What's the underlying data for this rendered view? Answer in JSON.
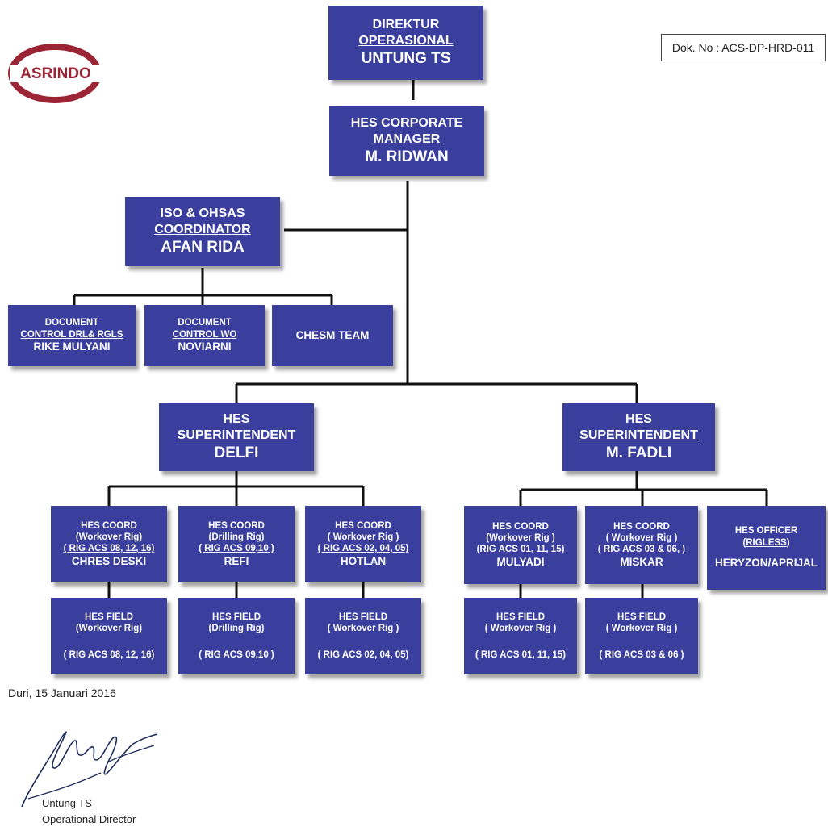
{
  "logo": {
    "text": "ASRINDO"
  },
  "document_number": "Dok. No : ACS-DP-HRD-011",
  "director": {
    "title1": "DIREKTUR",
    "title2": "OPERASIONAL",
    "name": "UNTUNG TS"
  },
  "hes_manager": {
    "title1": "HES CORPORATE",
    "title2": "MANAGER",
    "name": "M. RIDWAN"
  },
  "iso_coordinator": {
    "title1": "ISO & OHSAS",
    "title2": "COORDINATOR",
    "name": "AFAN RIDA"
  },
  "doc_control_drl": {
    "title1": "DOCUMENT",
    "title2": "CONTROL DRL& RGLS",
    "name": "RIKE MULYANI"
  },
  "doc_control_wo": {
    "title1": "DOCUMENT",
    "title2": "CONTROL WO",
    "name": "NOVIARNI"
  },
  "chesm_team": {
    "name": "CHESM TEAM"
  },
  "superintendent_left": {
    "title1": "HES",
    "title2": "SUPERINTENDENT",
    "name": "DELFI"
  },
  "superintendent_right": {
    "title1": "HES",
    "title2": "SUPERINTENDENT",
    "name": "M. FADLI"
  },
  "coord_chres": {
    "title": "HES COORD",
    "type": "(Workover  Rig)",
    "rigs": "( RIG ACS 08, 12, 16)",
    "name": "CHRES DESKI"
  },
  "coord_refi": {
    "title": "HES COORD",
    "type": "(Drilling Rig)",
    "rigs": "( RIG ACS 09,10 )",
    "name": "REFI"
  },
  "coord_hotlan": {
    "title": "HES COORD",
    "type": "( Workover Rig )",
    "rigs": "( RIG ACS  02, 04, 05)",
    "name": "HOTLAN"
  },
  "coord_mulyadi": {
    "title": "HES COORD",
    "type": "(Workover Rig )",
    "rigs": "(RIG ACS 01, 11, 15)",
    "name": "MULYADI"
  },
  "coord_miskar": {
    "title": "HES COORD",
    "type": "( Workover Rig )",
    "rigs": "( RIG ACS 03 & 06, )",
    "name": "MISKAR"
  },
  "officer_rigless": {
    "title": "HES OFFICER",
    "type": "(RIGLESS)",
    "name": "HERYZON/APRIJAL"
  },
  "field_1": {
    "title": "HES FIELD",
    "type": "(Workover  Rig)",
    "rigs": "( RIG ACS 08, 12, 16)"
  },
  "field_2": {
    "title": "HES FIELD",
    "type": "(Drilling Rig)",
    "rigs": "( RIG ACS 09,10 )"
  },
  "field_3": {
    "title": "HES FIELD",
    "type": "( Workover Rig )",
    "rigs": "( RIG ACS 02, 04, 05)"
  },
  "field_4": {
    "title": "HES FIELD",
    "type": "( Workover Rig )",
    "rigs": "( RIG ACS 01, 11, 15)"
  },
  "field_5": {
    "title": "HES FIELD",
    "type": "( Workover Rig )",
    "rigs": "( RIG ACS 03 & 06 )"
  },
  "signature_block": {
    "place_date": "Duri, 15 Januari  2016",
    "signer_name": "Untung TS",
    "signer_title": "Operational Director"
  },
  "colors": {
    "box": "#3a3f9e",
    "logo_ring": "#9b2435",
    "line": "#111111"
  }
}
